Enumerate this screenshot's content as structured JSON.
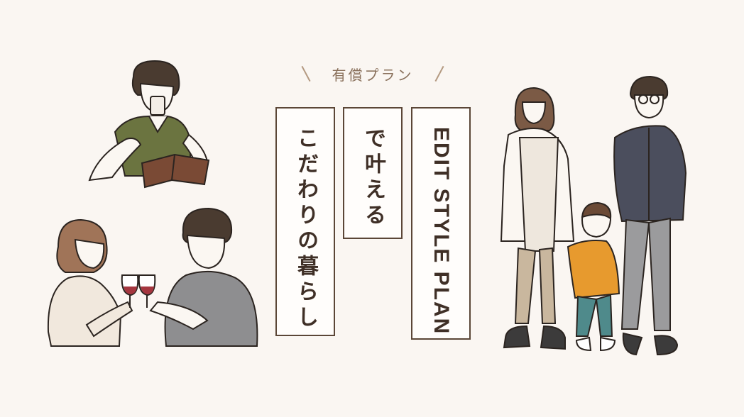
{
  "headline": {
    "eyebrow": "有償プラン",
    "line_1": "EDIT STYLE PLAN",
    "line_2": "で叶える",
    "line_3": "こだわりの暮らし"
  },
  "colors": {
    "background": "#faf6f2",
    "box_border": "#5b4637",
    "box_fill": "#fffdfb",
    "text": "#3f2f26",
    "eyebrow": "#8a715c"
  },
  "illustrations": [
    "man-drinking-coffee-reading-book",
    "couple-toasting-wine",
    "family-of-three-standing"
  ]
}
